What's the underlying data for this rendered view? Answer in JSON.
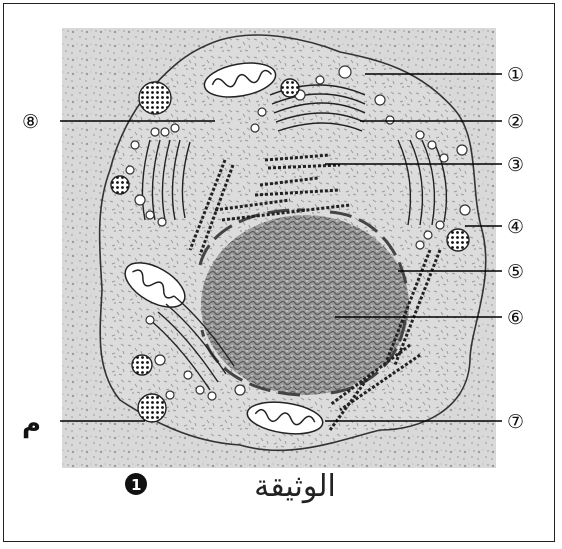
{
  "labels": [
    {
      "id": "1",
      "text": "①"
    },
    {
      "id": "2",
      "text": "②"
    },
    {
      "id": "3",
      "text": "③"
    },
    {
      "id": "4",
      "text": "④"
    },
    {
      "id": "5",
      "text": "⑤"
    },
    {
      "id": "6",
      "text": "⑥"
    },
    {
      "id": "7",
      "text": "⑦"
    },
    {
      "id": "8",
      "text": "⑧"
    },
    {
      "id": "m",
      "text": "م"
    }
  ],
  "caption": {
    "text": "الوثيقة",
    "number": "1"
  },
  "colors": {
    "background": "#d6d6d6",
    "cell_outline": "#333333",
    "lines": "#000000"
  }
}
